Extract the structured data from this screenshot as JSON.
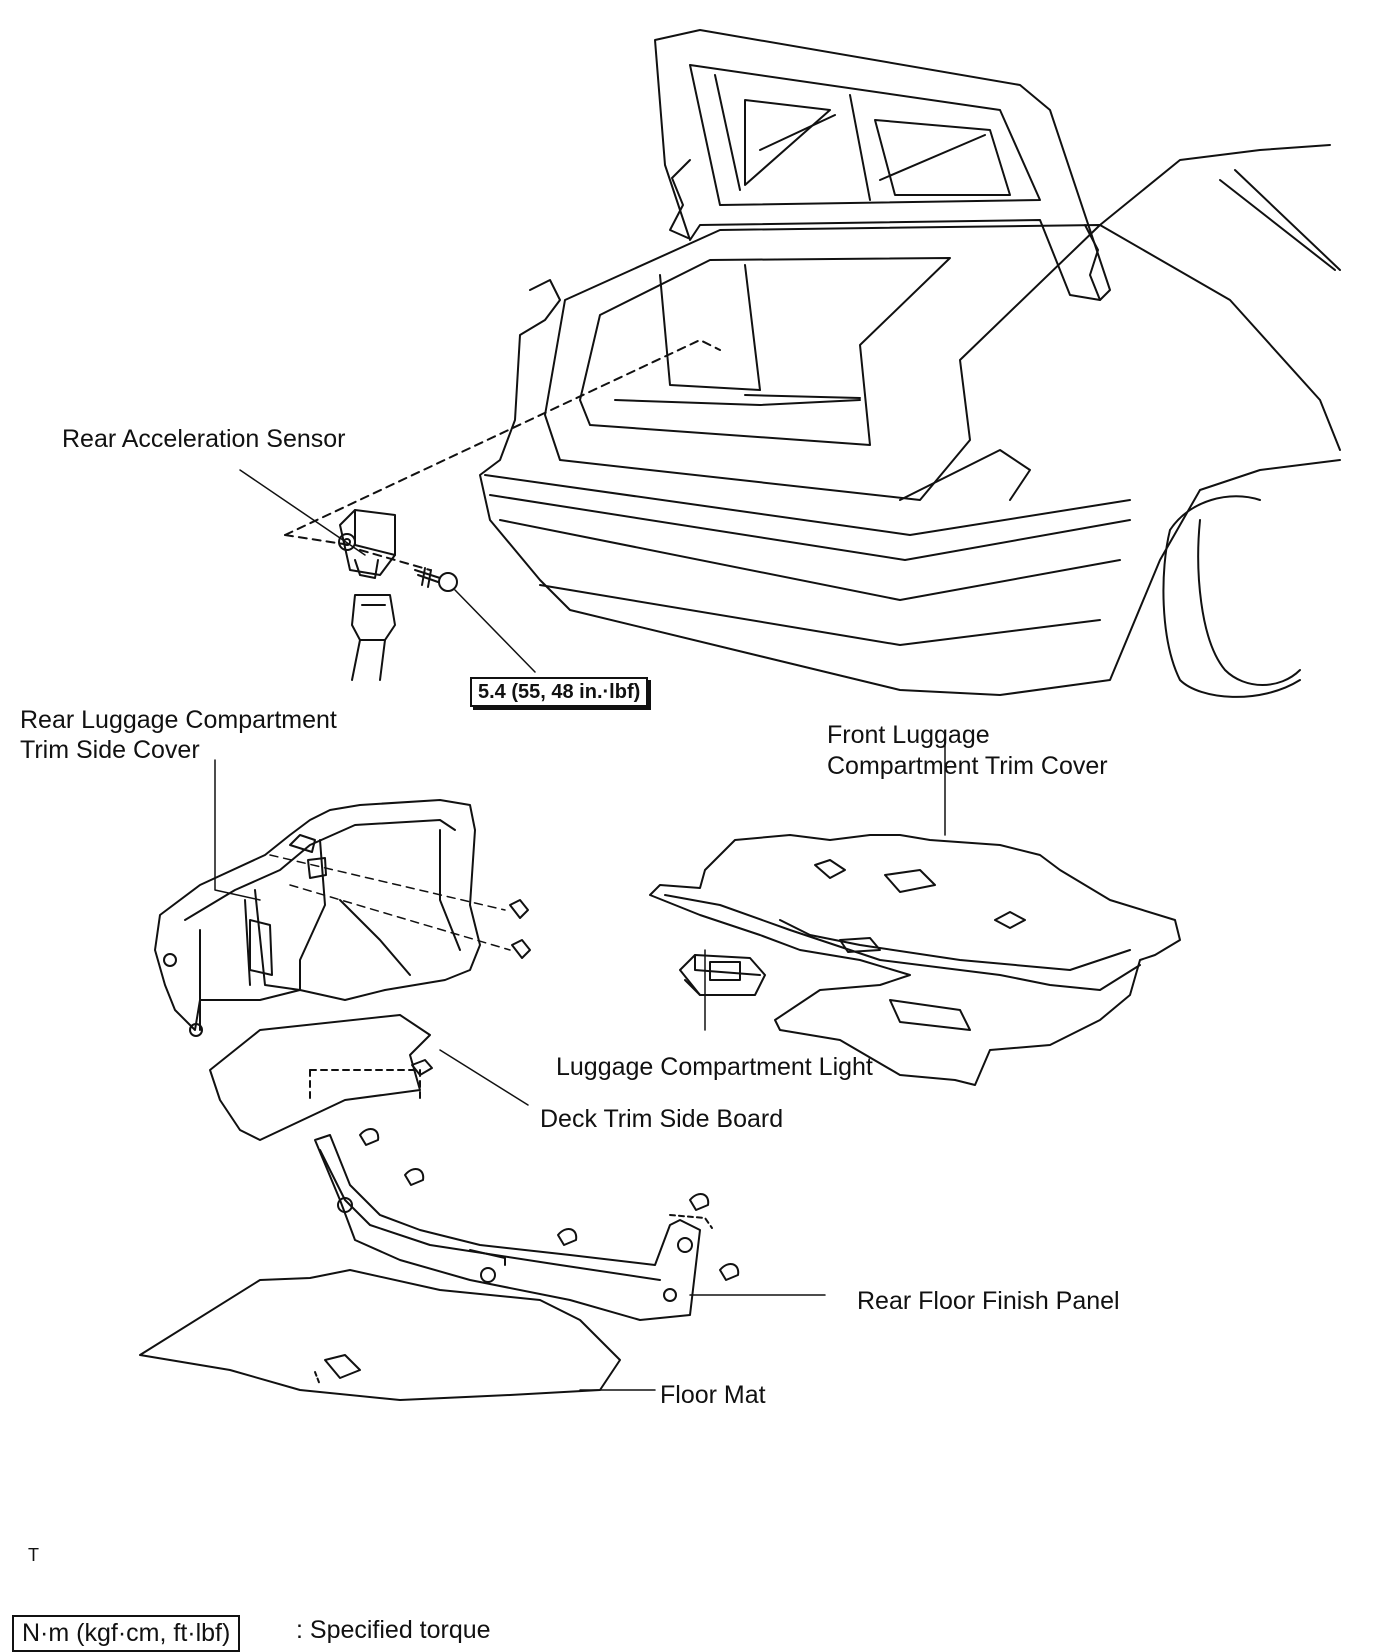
{
  "labels": {
    "rear_acceleration_sensor": "Rear Acceleration Sensor",
    "rear_luggage_trim_side_cover_line1": "Rear Luggage Compartment",
    "rear_luggage_trim_side_cover_line2": "Trim Side Cover",
    "front_luggage_trim_cover_line1": "Front Luggage",
    "front_luggage_trim_cover_line2": "Compartment Trim Cover",
    "luggage_compartment_light": "Luggage Compartment Light",
    "deck_trim_side_board": "Deck Trim Side Board",
    "rear_floor_finish_panel": "Rear Floor Finish Panel",
    "floor_mat": "Floor Mat"
  },
  "torque": {
    "sensor_bolt": "5.4 (55, 48 in.·lbf)"
  },
  "figure_code": "T",
  "legend": {
    "unit": "N·m (kgf·cm, ft·lbf)",
    "description": ": Specified torque"
  }
}
